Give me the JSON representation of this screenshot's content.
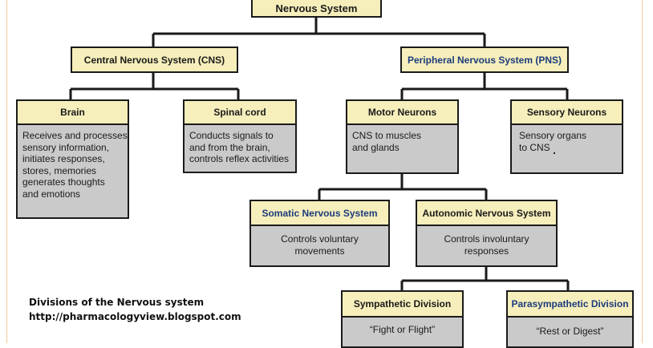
{
  "diagram": {
    "root": {
      "title": "Nervous System"
    },
    "cns": {
      "title": "Central Nervous System (CNS)"
    },
    "pns": {
      "title": "Peripheral Nervous System (PNS)"
    },
    "brain": {
      "title": "Brain",
      "lines": [
        "Receives and processes",
        "sensory information,",
        "initiates responses,",
        "stores, memories",
        "generates thoughts",
        "and emotions"
      ]
    },
    "spinal_cord": {
      "title": "Spinal cord",
      "lines": [
        "Conducts signals to",
        "and from the brain,",
        "controls reflex activities"
      ]
    },
    "motor_neurons": {
      "title": "Motor Neurons",
      "lines": [
        "CNS to muscles",
        "and glands"
      ]
    },
    "sensory_neurons": {
      "title": "Sensory Neurons",
      "lines": [
        "Sensory organs",
        "to CNS"
      ]
    },
    "somatic": {
      "title": "Somatic Nervous System",
      "lines": [
        "Controls voluntary",
        "movements"
      ]
    },
    "autonomic": {
      "title": "Autonomic Nervous System",
      "lines": [
        "Controls involuntary",
        "responses"
      ]
    },
    "sympathetic": {
      "title": "Sympathetic Division",
      "lines": [
        "“Fight or Flight”"
      ]
    },
    "parasympathetic": {
      "title": "Parasympathetic Division",
      "lines": [
        "“Rest or Digest”"
      ]
    }
  },
  "caption": {
    "line1": "Divisions of the Nervous  system",
    "line2": "http://pharmacologyview.blogspot.com"
  },
  "colors": {
    "header_fill": "#f6eebb",
    "body_fill": "#cacaca",
    "border": "#1a1a1a",
    "blue_text": "#1c3c7c",
    "frame_accent": "#f6c99a"
  }
}
